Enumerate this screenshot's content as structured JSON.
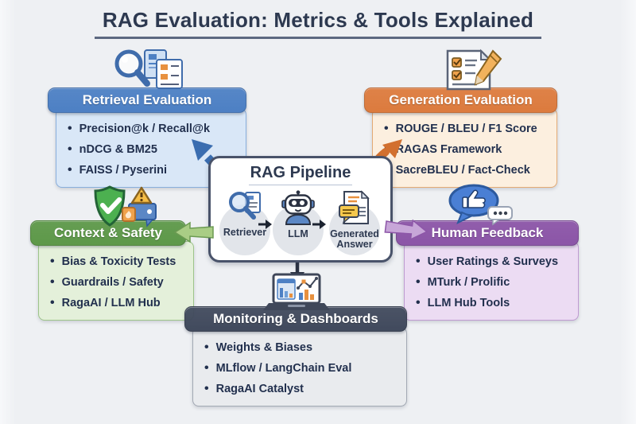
{
  "title": "RAG Evaluation: Metrics & Tools Explained",
  "center": {
    "title": "RAG Pipeline",
    "stages": [
      {
        "label": "Retriever",
        "icon": "magnifier-document-icon"
      },
      {
        "label": "LLM",
        "icon": "robot-icon"
      },
      {
        "label": "Generated Answer",
        "icon": "document-chat-icon"
      }
    ]
  },
  "cards": [
    {
      "id": "retrieval",
      "title": "Retrieval Evaluation",
      "icon": "magnifier-cards-icon",
      "accent": "#4d80c4",
      "body": "#d9e7f7",
      "items": [
        "Precision@k / Recall@k",
        "nDCG & BM25",
        "FAISS / Pyserini"
      ]
    },
    {
      "id": "generation",
      "title": "Generation Evaluation",
      "icon": "checklist-pencil-icon",
      "accent": "#dc7b3e",
      "body": "#fcefdf",
      "items": [
        "ROUGE / BLEU / F1 Score",
        "RAGAS Framework",
        "SacreBLEU / Fact-Check"
      ]
    },
    {
      "id": "context-safety",
      "title": "Context & Safety",
      "icon": "shield-check-icon",
      "accent": "#5d9849",
      "body": "#e4f0da",
      "items": [
        "Bias & Toxicity Tests",
        "Guardrails / Safety",
        "RagaAI / LLM Hub"
      ]
    },
    {
      "id": "human-feedback",
      "title": "Human Feedback",
      "icon": "thumbs-up-bubble-icon",
      "accent": "#8b55a7",
      "body": "#ecdcf3",
      "items": [
        "User Ratings & Surveys",
        "MTurk / Prolific",
        "LLM Hub Tools"
      ]
    },
    {
      "id": "monitoring",
      "title": "Monitoring & Dashboards",
      "icon": "laptop-chart-icon",
      "accent": "#414a5d",
      "body": "#e9ebee",
      "items": [
        "Weights & Biases",
        "MLflow / LangChain Eval",
        "RagaAI Catalyst"
      ]
    }
  ]
}
